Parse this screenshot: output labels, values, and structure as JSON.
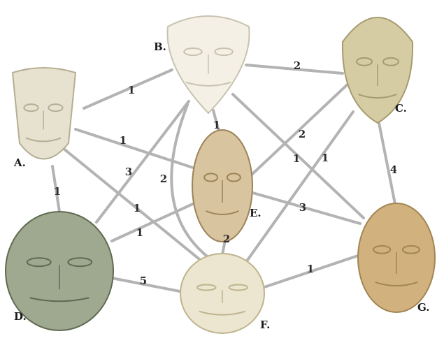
{
  "nodes": [
    {
      "id": "A",
      "label": "A.",
      "fill": "#e7e2cf",
      "stroke": "#b5ae94"
    },
    {
      "id": "B",
      "label": "B.",
      "fill": "#f4f0e6",
      "stroke": "#c9c2b0"
    },
    {
      "id": "C",
      "label": "C.",
      "fill": "#d6cca3",
      "stroke": "#a69b70"
    },
    {
      "id": "D",
      "label": "D.",
      "fill": "#9fa98f",
      "stroke": "#5f6a52"
    },
    {
      "id": "E",
      "label": "E.",
      "fill": "#d9c4a0",
      "stroke": "#9c8257"
    },
    {
      "id": "F",
      "label": "F.",
      "fill": "#ece5cf",
      "stroke": "#bfb48e"
    },
    {
      "id": "G",
      "label": "G.",
      "fill": "#d1b27e",
      "stroke": "#a18552"
    }
  ],
  "edges": [
    {
      "from": "A",
      "to": "B",
      "weight": "1"
    },
    {
      "from": "A",
      "to": "E",
      "weight": "1"
    },
    {
      "from": "A",
      "to": "D",
      "weight": "1"
    },
    {
      "from": "A",
      "to": "F",
      "weight": "1"
    },
    {
      "from": "B",
      "to": "C",
      "weight": "2"
    },
    {
      "from": "B",
      "to": "E",
      "weight": "1"
    },
    {
      "from": "B",
      "to": "D",
      "weight": "3"
    },
    {
      "from": "B",
      "to": "F",
      "weight": "2"
    },
    {
      "from": "B",
      "to": "G",
      "weight": "1"
    },
    {
      "from": "C",
      "to": "E",
      "weight": "2"
    },
    {
      "from": "C",
      "to": "F",
      "weight": "1"
    },
    {
      "from": "C",
      "to": "G",
      "weight": "4"
    },
    {
      "from": "D",
      "to": "E",
      "weight": "1"
    },
    {
      "from": "D",
      "to": "F",
      "weight": "5"
    },
    {
      "from": "E",
      "to": "F",
      "weight": "2"
    },
    {
      "from": "E",
      "to": "G",
      "weight": "3"
    },
    {
      "from": "F",
      "to": "G",
      "weight": "1"
    }
  ],
  "colors": {
    "edge": "#b3b3b3",
    "label": "#2a2a2a"
  }
}
